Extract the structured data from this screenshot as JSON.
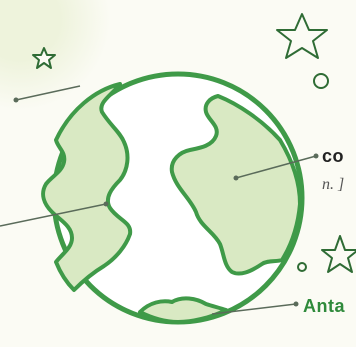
{
  "labels": {
    "continent_fragment": "co",
    "part_of_speech_fragment": "n. ]",
    "antarctica_fragment": "Anta"
  },
  "colors": {
    "globe_stroke": "#3f9a48",
    "land_fill": "#d9e9c3",
    "ocean_fill": "#ffffff",
    "star_stroke": "#2f6c35",
    "pointer_line": "#5a6b5a",
    "antarctica_text": "#2f8a3b"
  },
  "icons": {
    "stars": [
      "star-icon",
      "star-icon",
      "star-icon"
    ],
    "circles": [
      "circle-icon",
      "circle-icon"
    ]
  }
}
